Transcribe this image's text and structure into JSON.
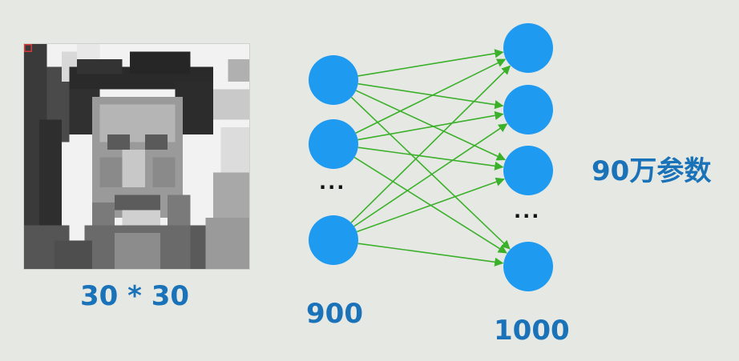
{
  "image_size_label": "30 * 30",
  "input_count_label": "900",
  "output_count_label": "1000",
  "parameter_label": "90万参数",
  "ellipsis": "···",
  "colors": {
    "background": "#e6e8e3",
    "node": "#1e9bf0",
    "edge": "#3bb02a",
    "label": "#1a72b8"
  },
  "network": {
    "input_visible_nodes": 3,
    "output_visible_nodes": 4
  },
  "icons": [
    "pixelated-face-image"
  ]
}
